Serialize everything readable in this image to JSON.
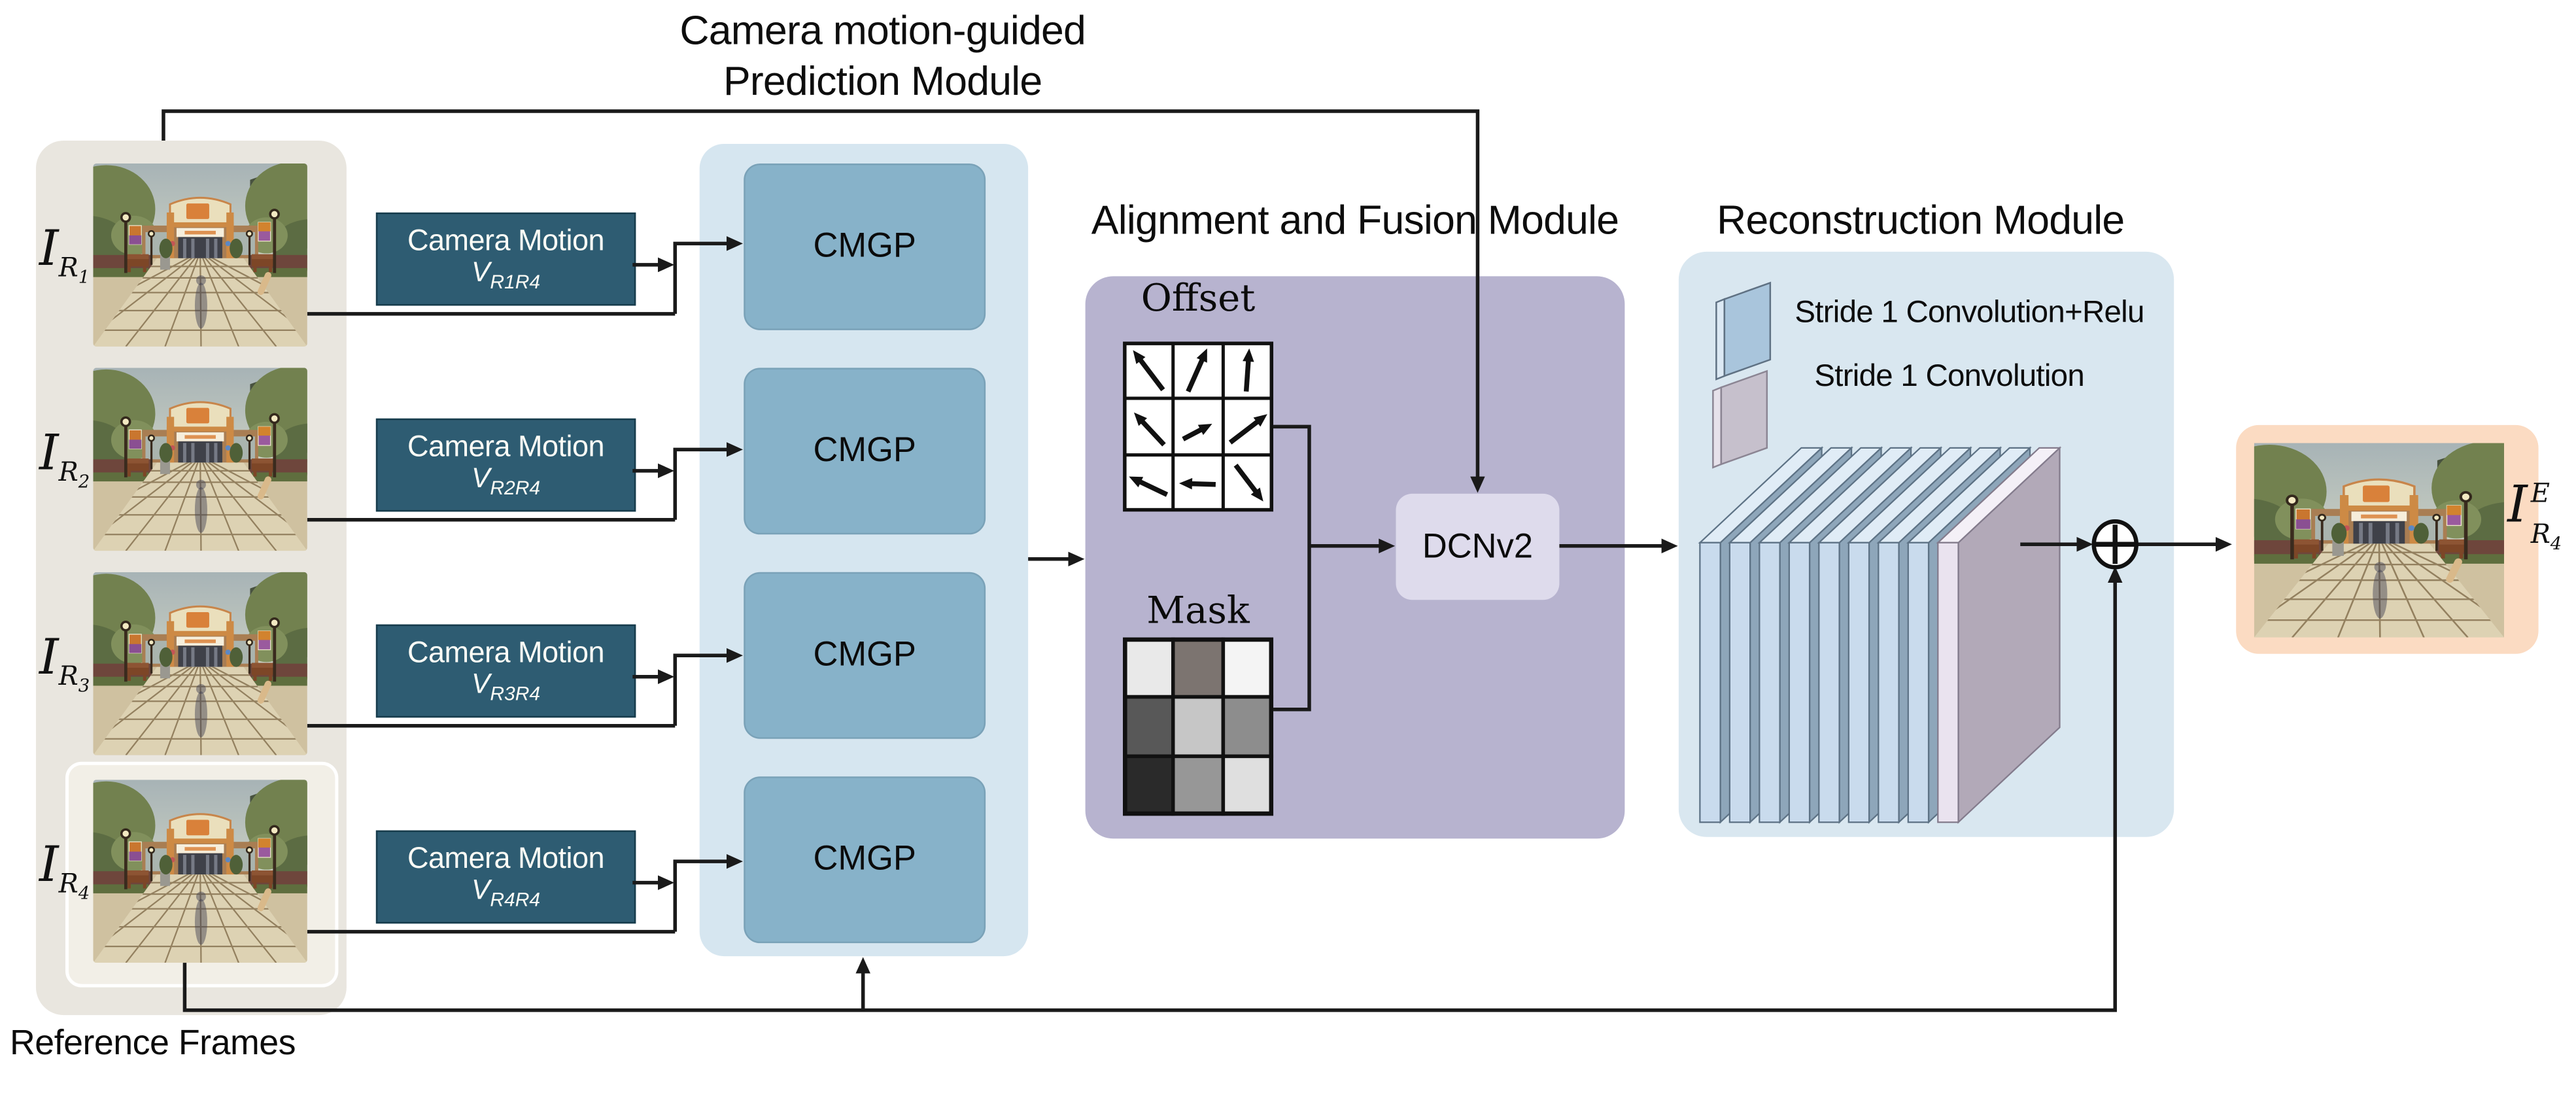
{
  "figure": {
    "prediction_module": {
      "title_line1": "Camera motion-guided",
      "title_line2": "Prediction Module",
      "cmgp_label": "CMGP"
    },
    "reference_frames": {
      "caption": "Reference Frames",
      "labels": [
        {
          "base": "I",
          "sub": "R",
          "index": "1"
        },
        {
          "base": "I",
          "sub": "R",
          "index": "2"
        },
        {
          "base": "I",
          "sub": "R",
          "index": "3"
        },
        {
          "base": "I",
          "sub": "R",
          "index": "4"
        }
      ]
    },
    "camera_motion": [
      {
        "title": "Camera Motion",
        "symbol": "V",
        "subscript": "R1R4"
      },
      {
        "title": "Camera Motion",
        "symbol": "V",
        "subscript": "R2R4"
      },
      {
        "title": "Camera Motion",
        "symbol": "V",
        "subscript": "R3R4"
      },
      {
        "title": "Camera Motion",
        "symbol": "V",
        "subscript": "R4R4"
      }
    ],
    "alignment_module": {
      "title": "Alignment and Fusion Module",
      "offset_label": "Offset",
      "mask_label": "Mask",
      "dcn_label": "DCNv2",
      "offset_arrows": [
        [
          0.8,
          0.85,
          0.2,
          0.15
        ],
        [
          0.3,
          0.88,
          0.68,
          0.12
        ],
        [
          0.46,
          0.88,
          0.52,
          0.12
        ],
        [
          0.82,
          0.82,
          0.22,
          0.25
        ],
        [
          0.2,
          0.72,
          0.78,
          0.45
        ],
        [
          0.14,
          0.78,
          0.88,
          0.28
        ],
        [
          0.88,
          0.7,
          0.12,
          0.38
        ],
        [
          0.85,
          0.52,
          0.12,
          0.5
        ],
        [
          0.25,
          0.18,
          0.8,
          0.82
        ]
      ],
      "mask_cells": [
        "#e9e9e9",
        "#7c7470",
        "#f4f4f4",
        "#585858",
        "#c6c6c6",
        "#8d8d8d",
        "#2a2a2a",
        "#979797",
        "#dfdfdf"
      ]
    },
    "reconstruction_module": {
      "title": "Reconstruction Module",
      "legend": [
        {
          "label": "Stride 1 Convolution+Relu",
          "type": "conv-relu"
        },
        {
          "label": "Stride 1 Convolution",
          "type": "conv"
        }
      ],
      "stack": {
        "conv_relu_count": 8,
        "conv_count": 1
      }
    },
    "output_label": {
      "base": "I",
      "sup": "E",
      "sub": "R",
      "index": "4"
    }
  },
  "colors": {
    "camera_motion_box": "#2e5c72",
    "cmgp_panel": "#d6e6f0",
    "cmgp_box": "#87b2c9",
    "alignment_panel": "#b7b3cf",
    "dcn_box": "#dedbec",
    "reconstruction_panel": "#d9e7f0",
    "conv_relu_front": "#c9dbed",
    "conv_relu_top": "#e0ecf6",
    "conv_relu_side": "#8ea6ba",
    "conv_front": "#eae3ef",
    "conv_top": "#f4f0f7",
    "conv_side": "#b2a9b8",
    "output_box": "#fbdbc2",
    "frames_container": "#e9e6df",
    "line": "#1a1a1a"
  }
}
